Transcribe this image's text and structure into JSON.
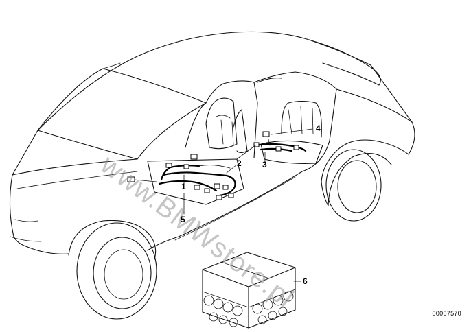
{
  "watermark": "www.BMWstore.pl",
  "reference_code": "00007570",
  "callouts": [
    "1",
    "2",
    "3",
    "4",
    "5",
    "6"
  ]
}
